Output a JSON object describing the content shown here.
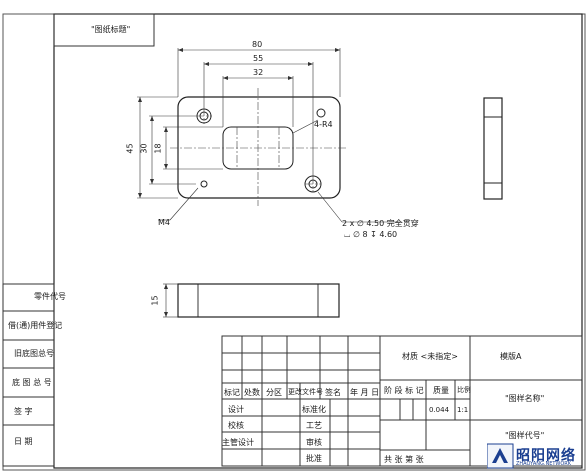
{
  "drawing": {
    "header_label": "\"图纸标题\"",
    "dimensions": {
      "overall_width": "80",
      "hole_spacing": "55",
      "pocket_width": "32",
      "overall_height": "45",
      "hole_spacing_v": "30",
      "pocket_height": "18",
      "corner_radius": "4-R4",
      "thread": "M4",
      "hole_note_1": "2 x ∅ 4.50 完全贯穿",
      "hole_note_2": "⌴ ∅ 8 ↧ 4.60",
      "thickness": "15"
    }
  },
  "left_panel": {
    "rows": [
      "零件代号",
      "借(通)用件登记",
      "旧底图总号",
      "底 图 总 号",
      "签   字",
      "日   期"
    ]
  },
  "title_block": {
    "material": "材质 <未指定>",
    "template": "模版A",
    "revision_headers": [
      "标记",
      "处数",
      "分区",
      "更改文件号",
      "签名",
      "年 月 日"
    ],
    "roles": [
      "设计",
      "校核",
      "主管设计"
    ],
    "approvals": [
      "标准化",
      "工艺",
      "审核",
      "批准"
    ],
    "stage_headers": [
      "阶 段 标 记",
      "质量",
      "比例"
    ],
    "mass": "0.044",
    "scale": "1:1",
    "drawing_name": "\"图样名称\"",
    "drawing_number": "\"图样代号\"",
    "sheet_info": "共  张 第  张"
  },
  "watermark": {
    "brand": "昭阳网络",
    "site": "ZHAOYANG.NETWORK"
  }
}
